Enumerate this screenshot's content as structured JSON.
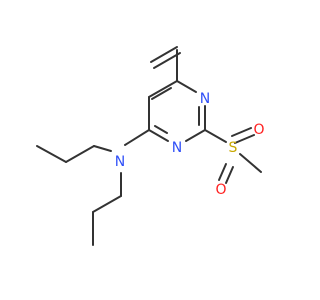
{
  "molecule": {
    "atoms": {
      "n_ring_top": {
        "symbol": "N",
        "color": "#3050F8"
      },
      "n_ring_bottom": {
        "symbol": "N",
        "color": "#3050F8"
      },
      "n_amine": {
        "symbol": "N",
        "color": "#3050F8"
      },
      "sulfur": {
        "symbol": "S",
        "color": "#C8A800"
      },
      "oxygen_upper": {
        "symbol": "O",
        "color": "#FF2020"
      },
      "oxygen_lower": {
        "symbol": "O",
        "color": "#FF2020"
      }
    },
    "bond_color": "#333333"
  }
}
